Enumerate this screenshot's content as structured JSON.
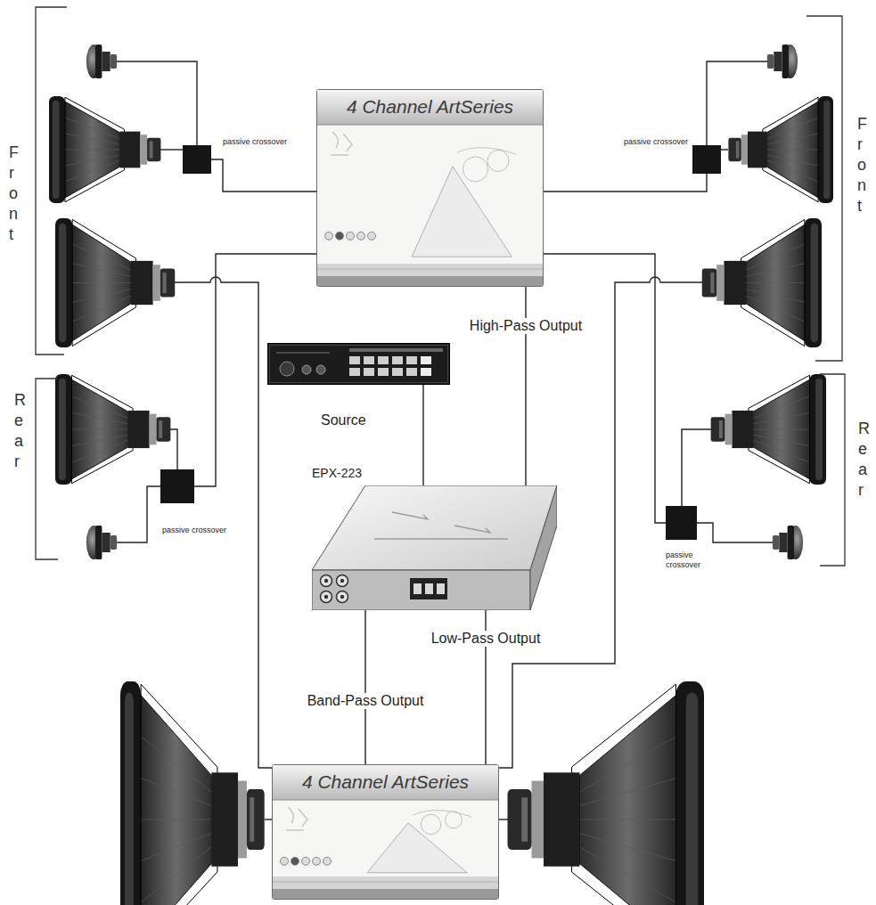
{
  "diagram": {
    "nodes": [
      {
        "text": [
          "passive crossover"
        ]
      },
      {
        "text": [
          "passive crossover"
        ]
      },
      {
        "text": [
          "4 Channel ArtSeries"
        ]
      },
      {
        "text": [
          "Source"
        ]
      },
      {
        "text": [
          "passive crossover"
        ]
      },
      {
        "text": [
          "EPX-223"
        ]
      },
      {
        "text": [
          "passive crossover"
        ]
      },
      {
        "text": [
          "4 Channel ArtSeries"
        ]
      }
    ],
    "edges": [
      {
        "from": 3,
        "to": 5,
        "arrow": "none"
      },
      {
        "from": 5,
        "to": 2,
        "label": "High-Pass Output",
        "arrow": "none"
      },
      {
        "from": 5,
        "to": 7,
        "label": "Low-Pass Output",
        "arrow": "none"
      },
      {
        "from": 5,
        "to": 7,
        "label": "Band-Pass Output",
        "arrow": "none"
      },
      {
        "from": 2,
        "to": 0,
        "arrow": "none"
      },
      {
        "from": 2,
        "to": 1,
        "arrow": "none"
      },
      {
        "from": 2,
        "to": 4,
        "arrow": "none"
      },
      {
        "from": 2,
        "to": 6,
        "arrow": "none"
      }
    ],
    "labels": [
      "Front",
      "Front",
      "Rear",
      "Rear"
    ]
  }
}
